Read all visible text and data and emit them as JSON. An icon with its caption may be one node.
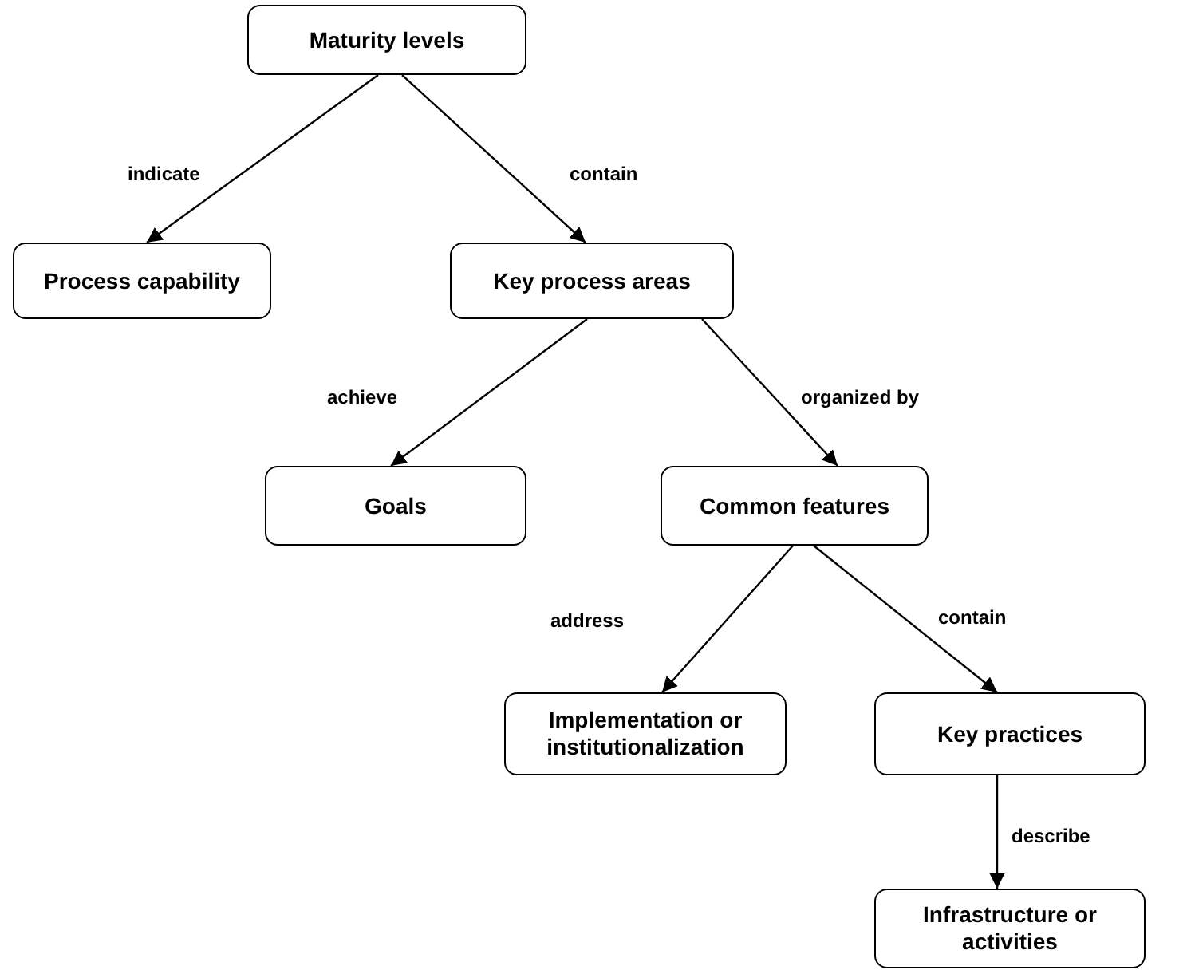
{
  "diagram": {
    "nodes": [
      {
        "text": [
          "Maturity levels"
        ]
      },
      {
        "text": [
          "Process capability"
        ]
      },
      {
        "text": [
          "Key process areas"
        ]
      },
      {
        "text": [
          "Goals"
        ]
      },
      {
        "text": [
          "Common features"
        ]
      },
      {
        "text": [
          "Implementation or institutionalization"
        ]
      },
      {
        "text": [
          "Key practices"
        ]
      },
      {
        "text": [
          "Infrastructure or activities"
        ]
      }
    ],
    "edges": [
      {
        "from": 0,
        "to": 1,
        "arrow": "to",
        "label": "indicate"
      },
      {
        "from": 0,
        "to": 2,
        "arrow": "to",
        "label": "contain"
      },
      {
        "from": 2,
        "to": 3,
        "arrow": "to",
        "label": "achieve"
      },
      {
        "from": 2,
        "to": 4,
        "arrow": "to",
        "label": "organized by"
      },
      {
        "from": 4,
        "to": 5,
        "arrow": "to",
        "label": "address"
      },
      {
        "from": 4,
        "to": 6,
        "arrow": "to",
        "label": "contain"
      },
      {
        "from": 6,
        "to": 7,
        "arrow": "to",
        "label": "describe"
      }
    ]
  }
}
